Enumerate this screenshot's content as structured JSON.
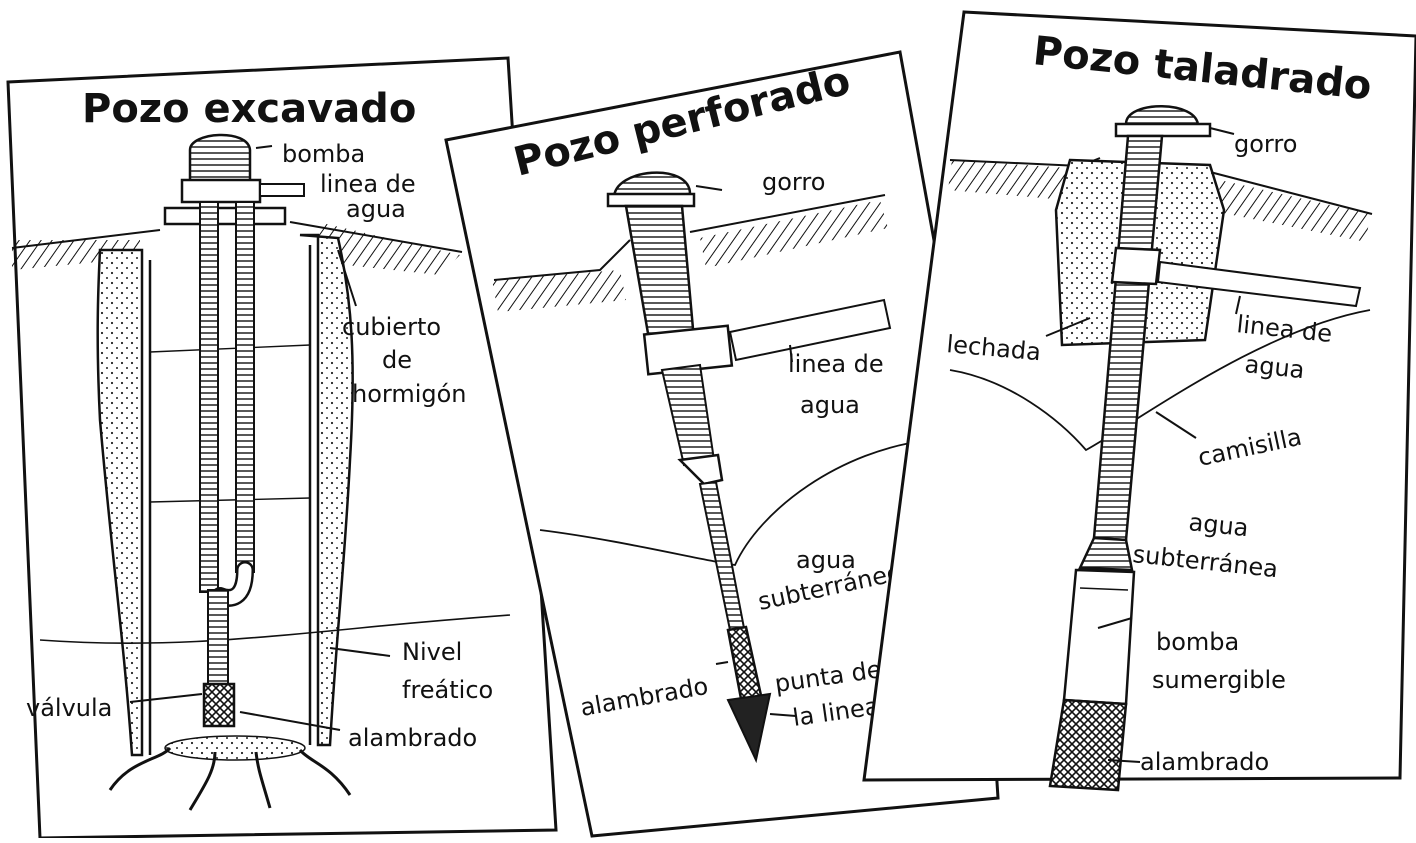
{
  "panels": [
    {
      "title": "Pozo excavado",
      "labels": {
        "bomba": "bomba",
        "linea_agua": [
          "linea de",
          "agua"
        ],
        "cubierto": [
          "cubierto",
          "de",
          "hormigón"
        ],
        "nivel": [
          "Nivel",
          "freático"
        ],
        "valvula": "válvula",
        "alambrado": "alambrado"
      }
    },
    {
      "title": "Pozo perforado",
      "labels": {
        "gorro": "gorro",
        "linea_agua": [
          "linea de",
          "agua"
        ],
        "agua_sub": [
          "agua",
          "subterráneo"
        ],
        "alambrado": "alambrado",
        "punta": [
          "punta de",
          "la linea"
        ]
      }
    },
    {
      "title": "Pozo taladrado",
      "labels": {
        "gorro": "gorro",
        "lechada": "lechada",
        "linea_agua": [
          "linea de",
          "agua"
        ],
        "camisilla": "camisilla",
        "agua_sub": [
          "agua",
          "subterránea"
        ],
        "bomba": [
          "bomba",
          "sumergible"
        ],
        "alambrado": "alambrado"
      }
    }
  ]
}
